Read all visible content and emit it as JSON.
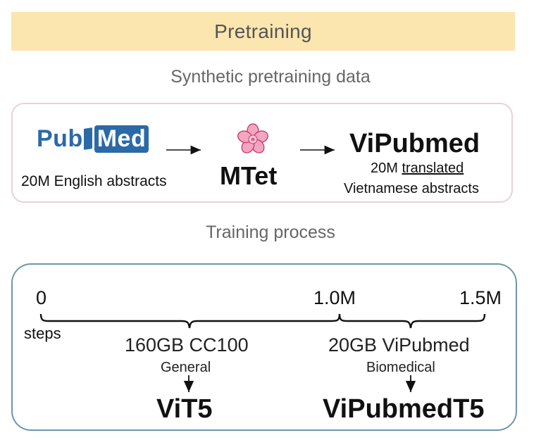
{
  "banner": {
    "title": "Pretraining"
  },
  "section1": {
    "title": "Synthetic pretraining data"
  },
  "source": {
    "logo_pub": "Pub",
    "logo_med": "Med",
    "caption": "20M English abstracts"
  },
  "translator": {
    "name": "MTet",
    "icon": "cherry-blossom-icon"
  },
  "target": {
    "name": "ViPubmed",
    "caption_count": "20M",
    "caption_translated": "translated",
    "caption_line2": "Vietnamese abstracts"
  },
  "section2": {
    "title": "Training process"
  },
  "timeline": {
    "ticks": [
      "0",
      "1.0M",
      "1.5M"
    ],
    "unit_label": "steps",
    "segments": [
      {
        "data": "160GB CC100",
        "domain": "General",
        "model": "ViT5"
      },
      {
        "data": "20GB ViPubmed",
        "domain": "Biomedical",
        "model": "ViPubmedT5"
      }
    ]
  },
  "colors": {
    "banner_bg": "#fbe6b0",
    "box1_border": "#e8d1d8",
    "box2_border": "#6e96ac",
    "pubmed_blue": "#2b6aa7"
  }
}
